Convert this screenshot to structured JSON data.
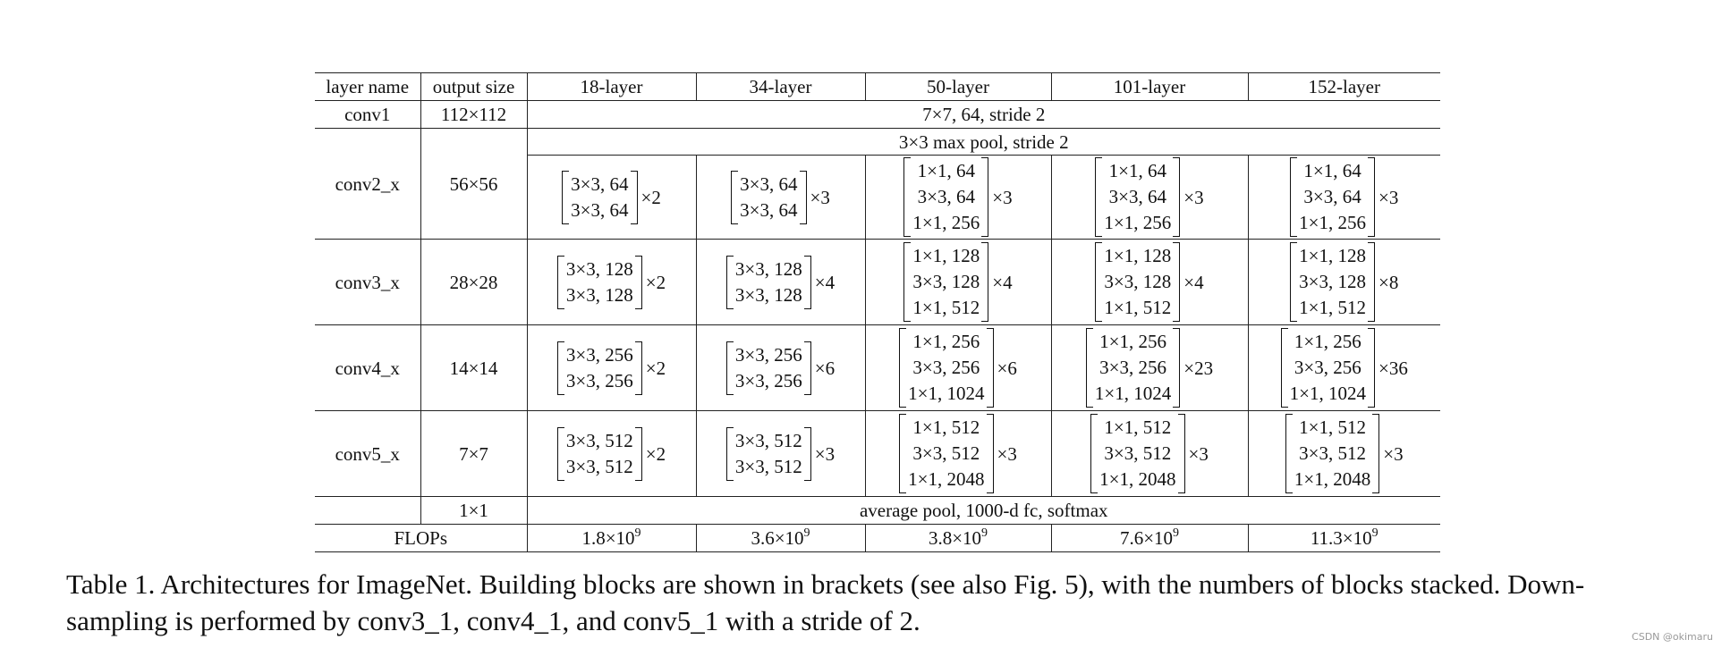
{
  "header": {
    "layer_name": "layer name",
    "output_size": "output size",
    "cols": [
      "18-layer",
      "34-layer",
      "50-layer",
      "101-layer",
      "152-layer"
    ]
  },
  "conv1": {
    "name": "conv1",
    "size": "112×112",
    "desc": "7×7, 64, stride 2"
  },
  "maxpool": {
    "desc": "3×3 max pool, stride 2"
  },
  "stages": [
    {
      "name": "conv2_x",
      "size": "56×56",
      "blocks": [
        {
          "lines": [
            "3×3, 64",
            "3×3, 64"
          ],
          "mult": "×2"
        },
        {
          "lines": [
            "3×3, 64",
            "3×3, 64"
          ],
          "mult": "×3"
        },
        {
          "lines": [
            "1×1, 64",
            "3×3, 64",
            "1×1, 256"
          ],
          "mult": "×3"
        },
        {
          "lines": [
            "1×1, 64",
            "3×3, 64",
            "1×1, 256"
          ],
          "mult": "×3"
        },
        {
          "lines": [
            "1×1, 64",
            "3×3, 64",
            "1×1, 256"
          ],
          "mult": "×3"
        }
      ]
    },
    {
      "name": "conv3_x",
      "size": "28×28",
      "blocks": [
        {
          "lines": [
            "3×3, 128",
            "3×3, 128"
          ],
          "mult": "×2"
        },
        {
          "lines": [
            "3×3, 128",
            "3×3, 128"
          ],
          "mult": "×4"
        },
        {
          "lines": [
            "1×1, 128",
            "3×3, 128",
            "1×1, 512"
          ],
          "mult": "×4"
        },
        {
          "lines": [
            "1×1, 128",
            "3×3, 128",
            "1×1, 512"
          ],
          "mult": "×4"
        },
        {
          "lines": [
            "1×1, 128",
            "3×3, 128",
            "1×1, 512"
          ],
          "mult": "×8"
        }
      ]
    },
    {
      "name": "conv4_x",
      "size": "14×14",
      "blocks": [
        {
          "lines": [
            "3×3, 256",
            "3×3, 256"
          ],
          "mult": "×2"
        },
        {
          "lines": [
            "3×3, 256",
            "3×3, 256"
          ],
          "mult": "×6"
        },
        {
          "lines": [
            "1×1, 256",
            "3×3, 256",
            "1×1, 1024"
          ],
          "mult": "×6"
        },
        {
          "lines": [
            "1×1, 256",
            "3×3, 256",
            "1×1, 1024"
          ],
          "mult": "×23"
        },
        {
          "lines": [
            "1×1, 256",
            "3×3, 256",
            "1×1, 1024"
          ],
          "mult": "×36"
        }
      ]
    },
    {
      "name": "conv5_x",
      "size": "7×7",
      "blocks": [
        {
          "lines": [
            "3×3, 512",
            "3×3, 512"
          ],
          "mult": "×2"
        },
        {
          "lines": [
            "3×3, 512",
            "3×3, 512"
          ],
          "mult": "×3"
        },
        {
          "lines": [
            "1×1, 512",
            "3×3, 512",
            "1×1, 2048"
          ],
          "mult": "×3"
        },
        {
          "lines": [
            "1×1, 512",
            "3×3, 512",
            "1×1, 2048"
          ],
          "mult": "×3"
        },
        {
          "lines": [
            "1×1, 512",
            "3×3, 512",
            "1×1, 2048"
          ],
          "mult": "×3"
        }
      ]
    }
  ],
  "final": {
    "size": "1×1",
    "desc": "average pool, 1000-d fc, softmax"
  },
  "flops": {
    "label": "FLOPs",
    "values": [
      {
        "base": "1.8×10",
        "exp": "9"
      },
      {
        "base": "3.6×10",
        "exp": "9"
      },
      {
        "base": "3.8×10",
        "exp": "9"
      },
      {
        "base": "7.6×10",
        "exp": "9"
      },
      {
        "base": "11.3×10",
        "exp": "9"
      }
    ]
  },
  "caption": {
    "line1": "Table 1. Architectures for ImageNet. Building blocks are shown in brackets (see also Fig. 5), with the numbers of blocks stacked. Down-",
    "line2": "sampling is performed by conv3_1, conv4_1, and conv5_1 with a stride of 2."
  },
  "watermark": "CSDN @okimaru"
}
